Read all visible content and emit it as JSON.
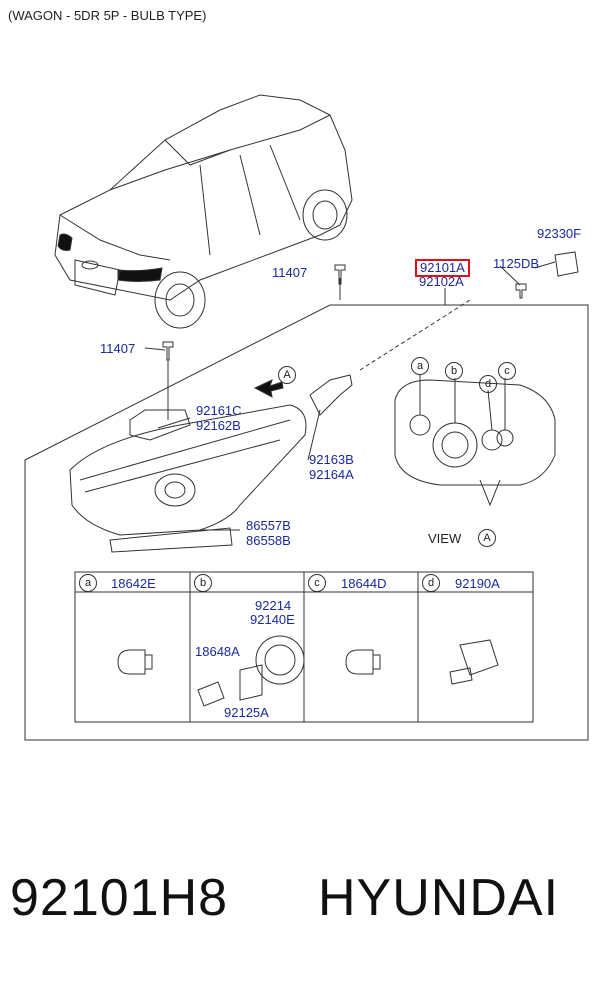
{
  "header": {
    "variant": "(WAGON - 5DR 5P - BULB TYPE)"
  },
  "parts": {
    "p92330F": "92330F",
    "p1125DB": "1125DB",
    "p92101A": "92101A",
    "p92102A": "92102A",
    "p11407_top": "11407",
    "p11407_left": "11407",
    "p92161C": "92161C",
    "p92162B": "92162B",
    "p92163B": "92163B",
    "p92164A": "92164A",
    "p86557B": "86557B",
    "p86558B": "86558B"
  },
  "callouts": {
    "a": "a",
    "b": "b",
    "c": "c",
    "d": "d",
    "A": "A"
  },
  "view": {
    "label": "VIEW",
    "ref": "A"
  },
  "table": {
    "cells": [
      {
        "letter": "a",
        "code": "18642E"
      },
      {
        "letter": "b",
        "code": ""
      },
      {
        "letter": "c",
        "code": "18644D"
      },
      {
        "letter": "d",
        "code": "92190A"
      }
    ],
    "b_parts": {
      "p92214": "92214",
      "p92140E": "92140E",
      "p18648A": "18648A",
      "p92125A": "92125A"
    }
  },
  "footer": {
    "part_number": "92101H8",
    "brand": "HYUNDAI"
  },
  "colors": {
    "highlight": "#e0101a",
    "label": "#1a2a9a",
    "line": "#333333"
  }
}
